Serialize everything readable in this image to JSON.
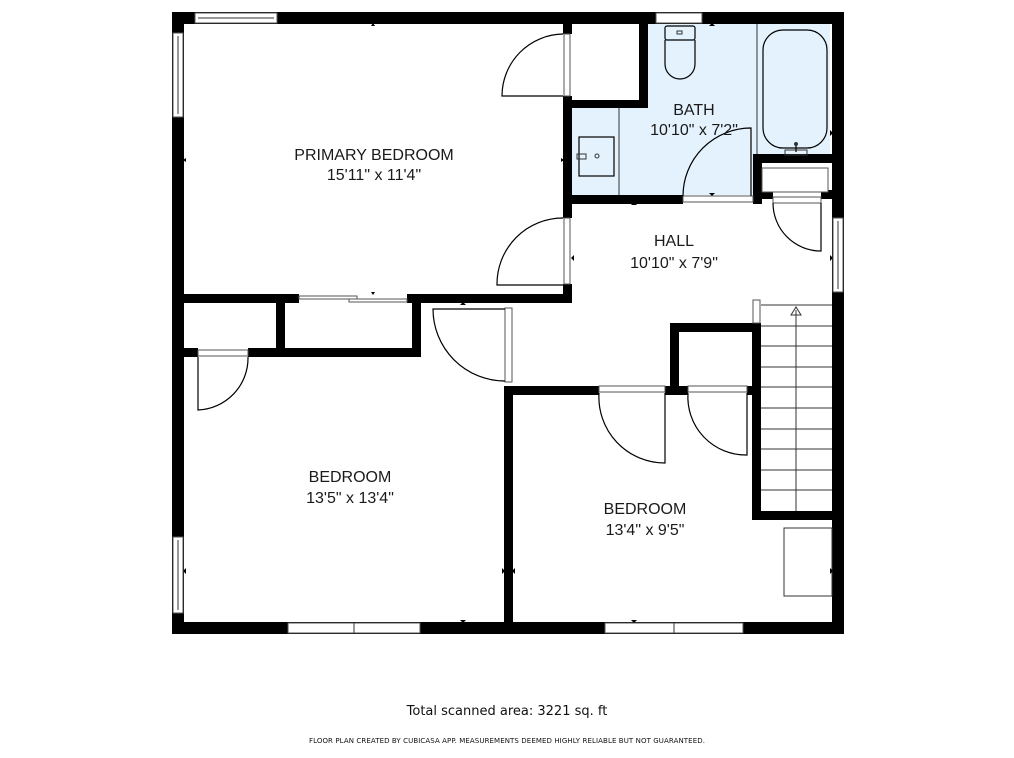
{
  "floor_plan": {
    "rooms": [
      {
        "id": "primary-bedroom",
        "name": "PRIMARY BEDROOM",
        "dimensions": "15'11\" x 11'4\""
      },
      {
        "id": "bath",
        "name": "BATH",
        "dimensions": "10'10\" x 7'2\"",
        "fill_color": "#e3f2fc"
      },
      {
        "id": "hall",
        "name": "HALL",
        "dimensions": "10'10\" x 7'9\""
      },
      {
        "id": "bedroom-left",
        "name": "BEDROOM",
        "dimensions": "13'5\" x 13'4\""
      },
      {
        "id": "bedroom-right",
        "name": "BEDROOM",
        "dimensions": "13'4\" x 9'5\""
      }
    ],
    "fixtures": [
      "toilet-icon",
      "bathtub-icon",
      "sink-icon",
      "stairs-icon"
    ],
    "wall_color": "#000000"
  },
  "footer": {
    "total_area": "Total scanned area: 3221 sq. ft",
    "disclaimer": "FLOOR PLAN CREATED BY CUBICASA APP. MEASUREMENTS DEEMED HIGHLY RELIABLE BUT NOT GUARANTEED."
  }
}
